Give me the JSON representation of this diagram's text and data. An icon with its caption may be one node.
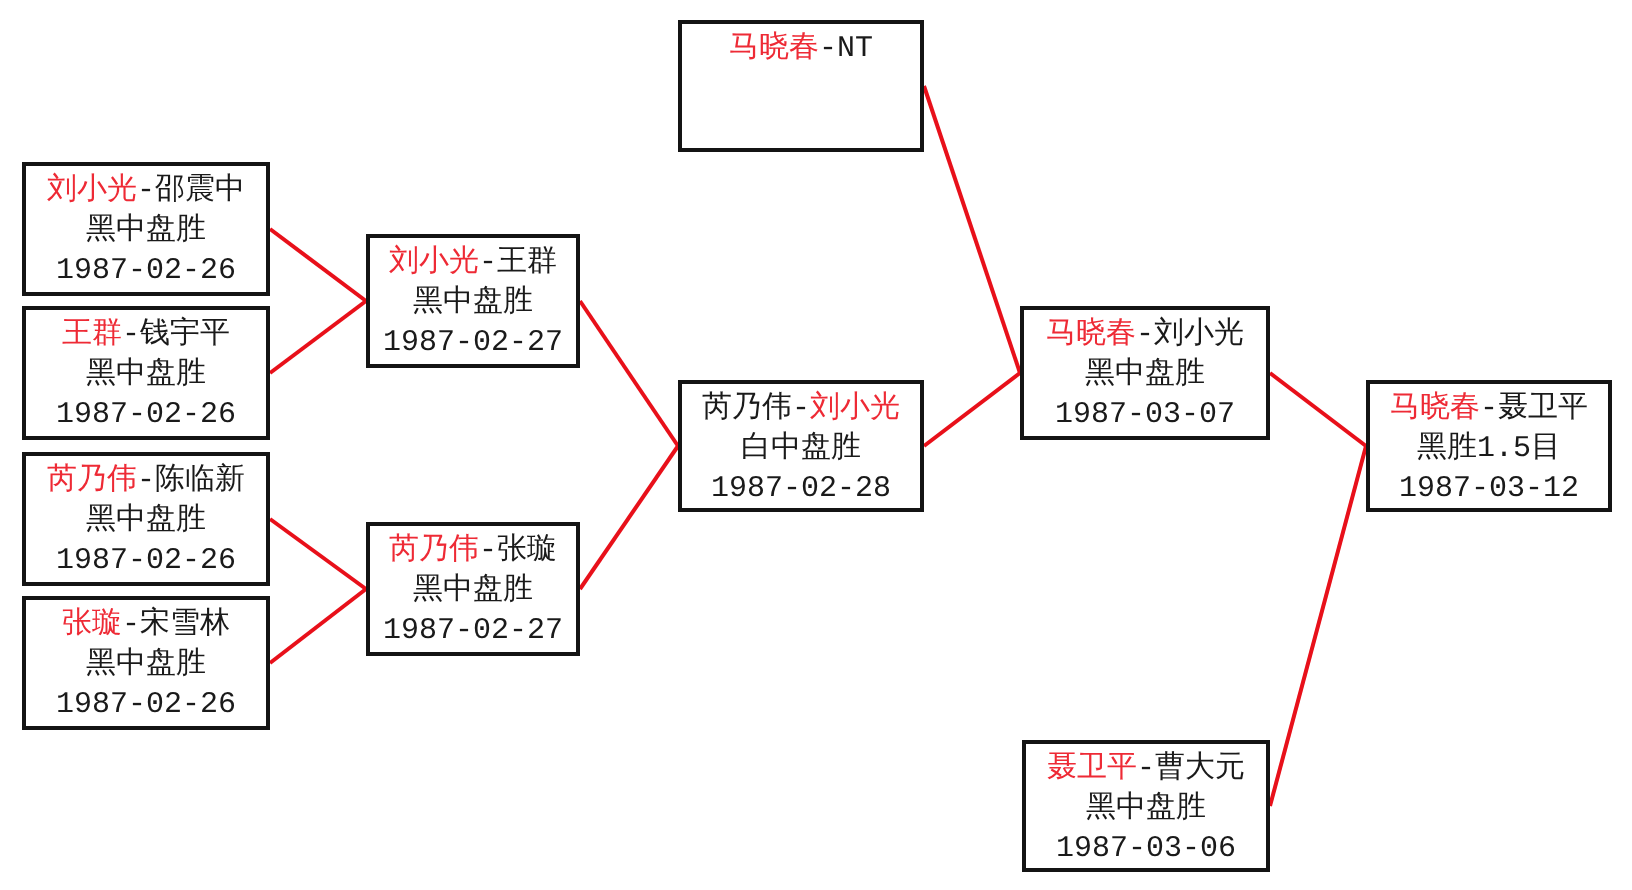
{
  "diagram": {
    "nodes": [
      {
        "text": [
          "刘小光-邵震中",
          "黑中盘胜",
          "1987-02-26"
        ]
      },
      {
        "text": [
          "王群-钱宇平",
          "黑中盘胜",
          "1987-02-26"
        ]
      },
      {
        "text": [
          "芮乃伟-陈临新",
          "黑中盘胜",
          "1987-02-26"
        ]
      },
      {
        "text": [
          "张璇-宋雪林",
          "黑中盘胜",
          "1987-02-26"
        ]
      },
      {
        "text": [
          "刘小光-王群",
          "黑中盘胜",
          "1987-02-27"
        ]
      },
      {
        "text": [
          "芮乃伟-张璇",
          "黑中盘胜",
          "1987-02-27"
        ]
      },
      {
        "text": [
          "马晓春-NT"
        ]
      },
      {
        "text": [
          "芮乃伟-刘小光",
          "白中盘胜",
          "1987-02-28"
        ]
      },
      {
        "text": [
          "马晓春-刘小光",
          "黑中盘胜",
          "1987-03-07"
        ]
      },
      {
        "text": [
          "马晓春-聂卫平",
          "黑胜1.5目",
          "1987-03-12"
        ]
      },
      {
        "text": [
          "聂卫平-曹大元",
          "黑中盘胜",
          "1987-03-06"
        ]
      }
    ],
    "edges": [
      {
        "from": 0,
        "to": 4,
        "arrow": "none"
      },
      {
        "from": 1,
        "to": 4,
        "arrow": "none"
      },
      {
        "from": 2,
        "to": 5,
        "arrow": "none"
      },
      {
        "from": 3,
        "to": 5,
        "arrow": "none"
      },
      {
        "from": 4,
        "to": 7,
        "arrow": "none"
      },
      {
        "from": 5,
        "to": 7,
        "arrow": "none"
      },
      {
        "from": 6,
        "to": 8,
        "arrow": "none"
      },
      {
        "from": 7,
        "to": 8,
        "arrow": "none"
      },
      {
        "from": 8,
        "to": 9,
        "arrow": "none"
      },
      {
        "from": 10,
        "to": 9,
        "arrow": "none"
      }
    ]
  }
}
